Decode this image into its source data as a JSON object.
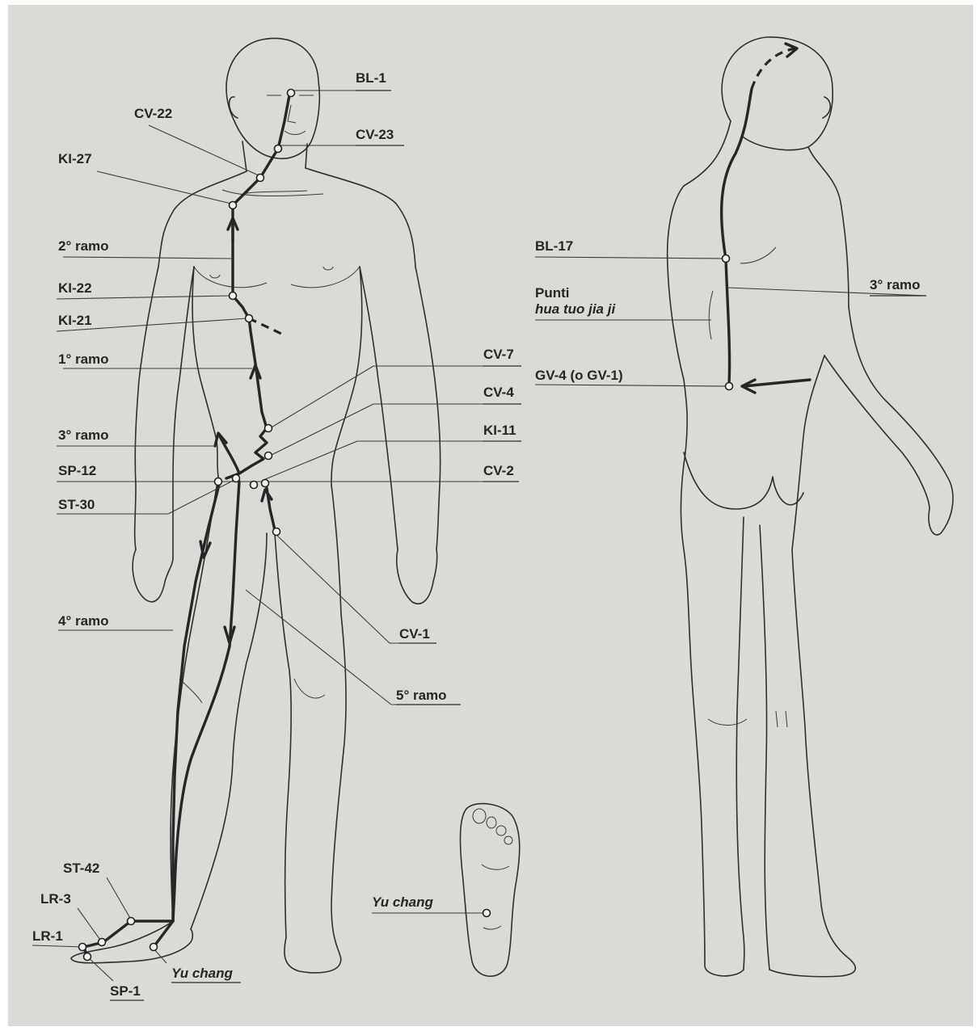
{
  "labels": {
    "bl1": "BL-1",
    "cv22": "CV-22",
    "cv23": "CV-23",
    "ki27": "KI-27",
    "ramo2": "2° ramo",
    "ki22": "KI-22",
    "ki21": "KI-21",
    "ramo1": "1° ramo",
    "cv7": "CV-7",
    "cv4": "CV-4",
    "ramo3": "3° ramo",
    "ki11": "KI-11",
    "sp12": "SP-12",
    "cv2": "CV-2",
    "st30": "ST-30",
    "ramo4": "4° ramo",
    "cv1": "CV-1",
    "ramo5": "5° ramo",
    "st42": "ST-42",
    "lr3": "LR-3",
    "lr1": "LR-1",
    "sp1": "SP-1",
    "yu_chang_leg": "Yu chang",
    "yu_chang_sole": "Yu chang",
    "bl17": "BL-17",
    "punti": "Punti",
    "hua_tuo": "hua tuo jia ji",
    "ramo3_back": "3° ramo",
    "gv4": "GV-4 (o GV-1)"
  },
  "colors": {
    "paper": "#dcdad6",
    "ink": "#262626"
  }
}
